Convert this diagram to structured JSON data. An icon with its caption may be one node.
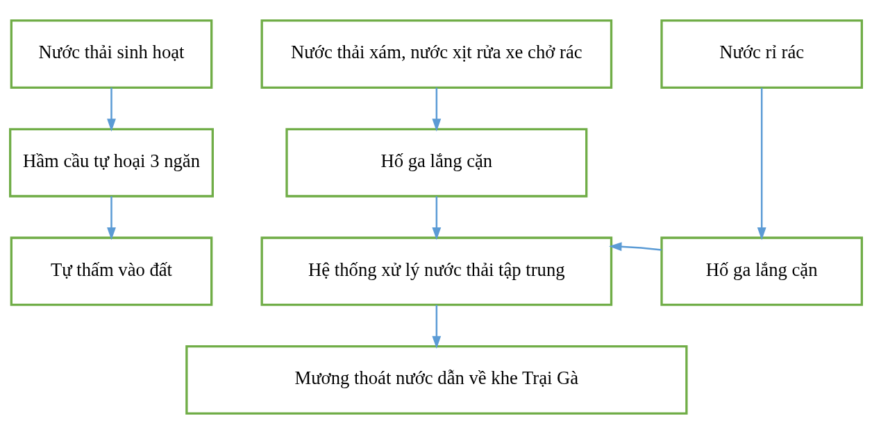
{
  "diagram": {
    "nodes": [
      {
        "text": [
          "Nước thải sinh hoạt"
        ]
      },
      {
        "text": [
          "Nước thải xám, nước xịt rửa xe chở rác"
        ]
      },
      {
        "text": [
          "Nước rỉ rác"
        ]
      },
      {
        "text": [
          "Hầm cầu tự hoại 3 ngăn"
        ]
      },
      {
        "text": [
          "Hố ga lắng cặn"
        ]
      },
      {
        "text": [
          "Tự thấm vào đất"
        ]
      },
      {
        "text": [
          "Hệ thống xử lý nước thải tập trung"
        ]
      },
      {
        "text": [
          "Hố ga lắng cặn"
        ]
      },
      {
        "text": [
          "Mương thoát nước dẫn về khe Trại Gà"
        ]
      }
    ],
    "edges": [
      {
        "from": 0,
        "to": 3,
        "arrow": "to"
      },
      {
        "from": 3,
        "to": 5,
        "arrow": "to"
      },
      {
        "from": 1,
        "to": 4,
        "arrow": "to"
      },
      {
        "from": 4,
        "to": 6,
        "arrow": "to"
      },
      {
        "from": 2,
        "to": 7,
        "arrow": "to"
      },
      {
        "from": 7,
        "to": 6,
        "arrow": "to"
      },
      {
        "from": 6,
        "to": 8,
        "arrow": "to"
      }
    ]
  }
}
